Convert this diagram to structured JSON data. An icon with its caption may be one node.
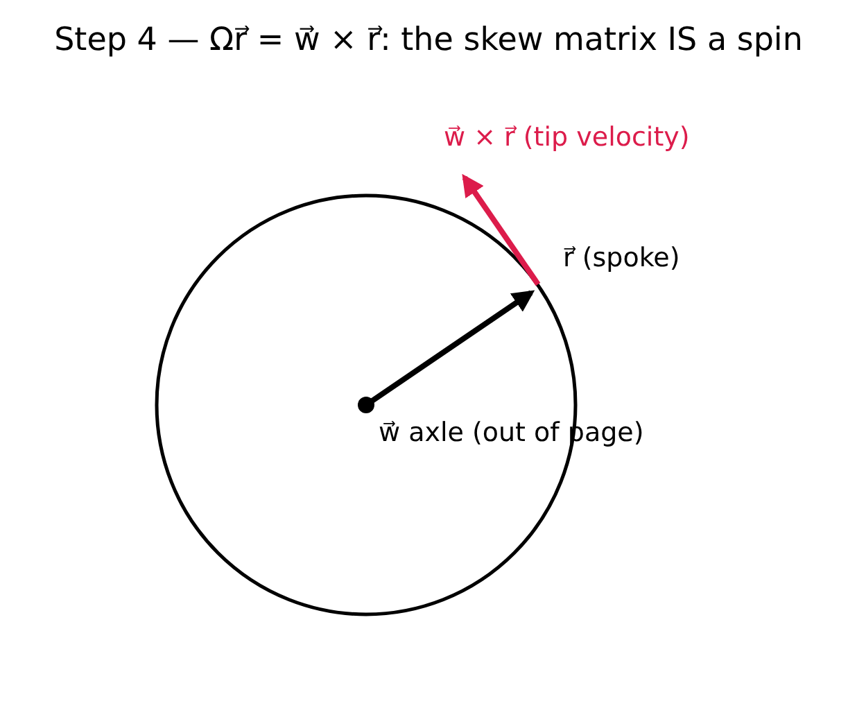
{
  "diagram": {
    "title": "Step 4 — Ωr⃗ = w⃗ × r⃗: the skew matrix IS a spin",
    "labels": [
      "w⃗ × r⃗ (tip velocity)",
      "r⃗ (spoke)",
      "w⃗ axle (out of page)"
    ]
  }
}
